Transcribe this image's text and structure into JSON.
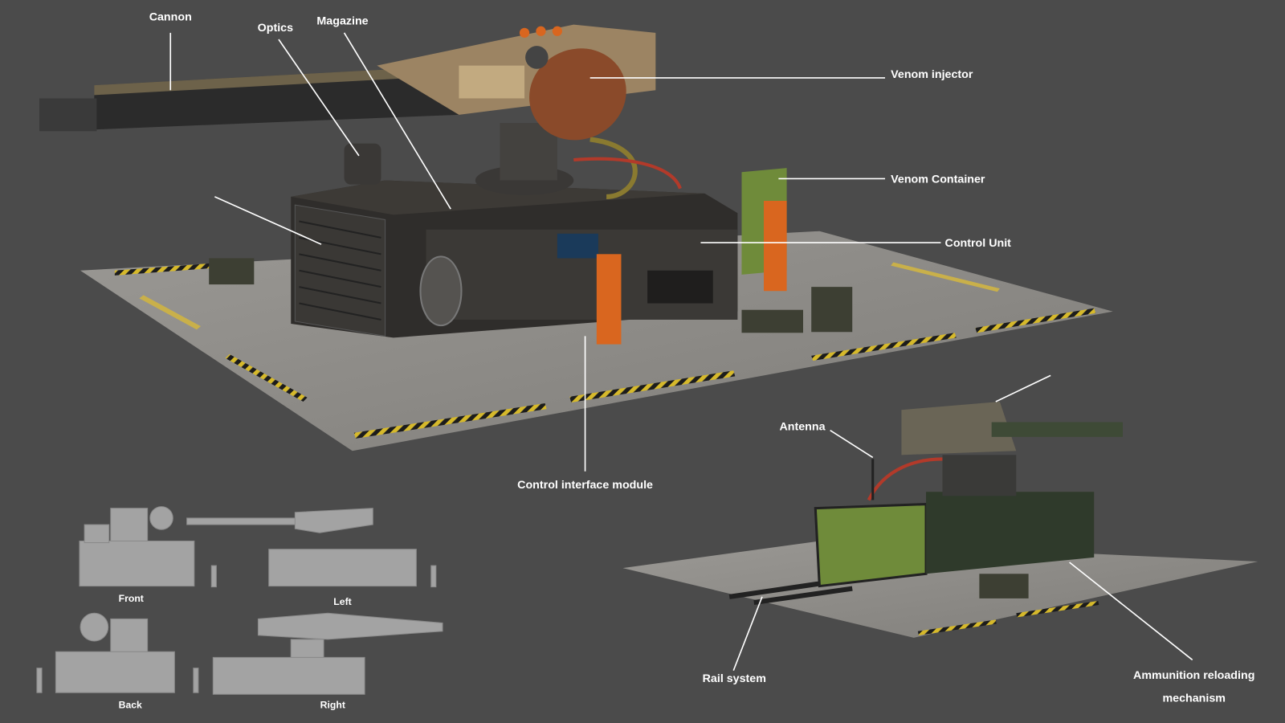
{
  "callouts": {
    "cannon": "Cannon",
    "optics": "Optics",
    "magazine": "Magazine",
    "venom_injector": "Venom injector",
    "venom_container": "Venom Container",
    "control_unit": "Control Unit",
    "control_interface_module": "Control interface module",
    "antenna": "Antenna",
    "rail_system": "Rail system",
    "ammunition_reloading_line1": "Ammunition reloading",
    "ammunition_reloading_line2": "mechanism"
  },
  "views": {
    "front": "Front",
    "left": "Left",
    "back": "Back",
    "right": "Right"
  },
  "colors": {
    "background": "#4b4b4b",
    "platform": "#8c8a86",
    "hazard_yellow": "#d6b92a",
    "body_dark": "#2f2d2b",
    "cannon_tan": "#9c8463",
    "venom_green": "#6f8b3a",
    "orange": "#d9661f"
  }
}
